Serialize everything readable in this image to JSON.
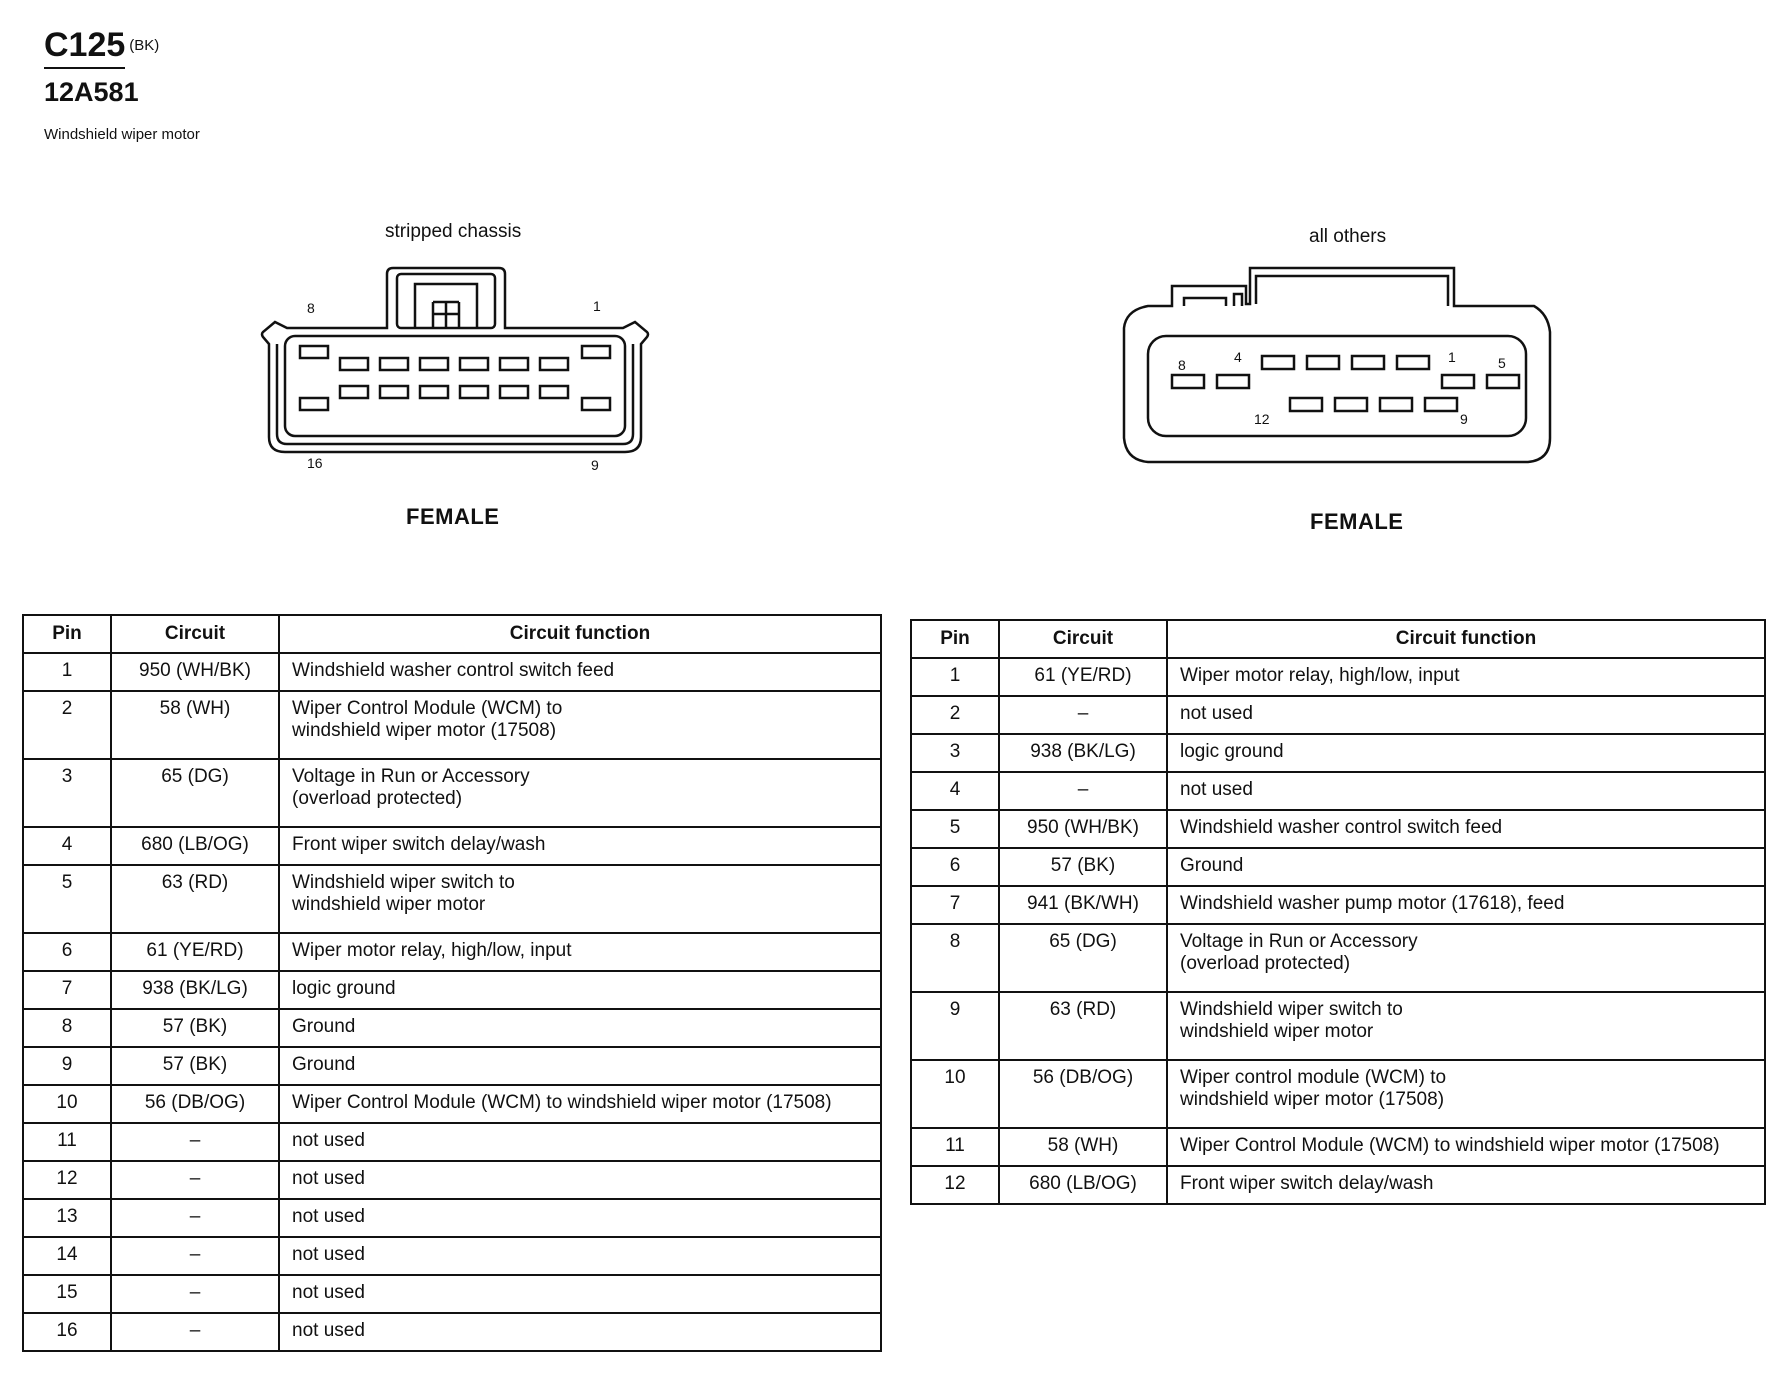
{
  "connector": {
    "id": "C125",
    "color": "(BK)",
    "part_number": "12A581",
    "component": "Windshield wiper motor"
  },
  "variants": [
    {
      "label": "stripped chassis",
      "gender": "FEMALE",
      "pin_labels": [
        "8",
        "1",
        "16",
        "9"
      ],
      "table": {
        "headers": [
          "Pin",
          "Circuit",
          "Circuit function"
        ],
        "rows": [
          {
            "pin": "1",
            "circuit": "950 (WH/BK)",
            "function": "Windshield washer control switch feed"
          },
          {
            "pin": "2",
            "circuit": "58 (WH)",
            "function": "Wiper Control Module (WCM) to\nwindshield wiper motor (17508)"
          },
          {
            "pin": "3",
            "circuit": "65 (DG)",
            "function": "Voltage in Run or Accessory\n(overload protected)"
          },
          {
            "pin": "4",
            "circuit": "680 (LB/OG)",
            "function": "Front wiper switch delay/wash"
          },
          {
            "pin": "5",
            "circuit": "63 (RD)",
            "function": "Windshield wiper switch to\nwindshield wiper motor"
          },
          {
            "pin": "6",
            "circuit": "61 (YE/RD)",
            "function": "Wiper motor relay, high/low, input"
          },
          {
            "pin": "7",
            "circuit": "938 (BK/LG)",
            "function": "logic ground"
          },
          {
            "pin": "8",
            "circuit": "57 (BK)",
            "function": "Ground"
          },
          {
            "pin": "9",
            "circuit": "57 (BK)",
            "function": "Ground"
          },
          {
            "pin": "10",
            "circuit": "56 (DB/OG)",
            "function": "Wiper Control Module (WCM) to windshield wiper motor (17508)"
          },
          {
            "pin": "11",
            "circuit": "–",
            "function": "not used"
          },
          {
            "pin": "12",
            "circuit": "–",
            "function": "not used"
          },
          {
            "pin": "13",
            "circuit": "–",
            "function": "not used"
          },
          {
            "pin": "14",
            "circuit": "–",
            "function": "not used"
          },
          {
            "pin": "15",
            "circuit": "–",
            "function": "not used"
          },
          {
            "pin": "16",
            "circuit": "–",
            "function": "not used"
          }
        ]
      }
    },
    {
      "label": "all others",
      "gender": "FEMALE",
      "pin_labels": [
        "8",
        "4",
        "1",
        "5",
        "12",
        "9"
      ],
      "table": {
        "headers": [
          "Pin",
          "Circuit",
          "Circuit function"
        ],
        "rows": [
          {
            "pin": "1",
            "circuit": "61 (YE/RD)",
            "function": "Wiper motor relay, high/low, input"
          },
          {
            "pin": "2",
            "circuit": "–",
            "function": "not used"
          },
          {
            "pin": "3",
            "circuit": "938 (BK/LG)",
            "function": "logic ground"
          },
          {
            "pin": "4",
            "circuit": "–",
            "function": "not used"
          },
          {
            "pin": "5",
            "circuit": "950 (WH/BK)",
            "function": "Windshield washer control switch feed"
          },
          {
            "pin": "6",
            "circuit": "57 (BK)",
            "function": "Ground"
          },
          {
            "pin": "7",
            "circuit": "941 (BK/WH)",
            "function": "Windshield washer pump motor (17618), feed"
          },
          {
            "pin": "8",
            "circuit": "65 (DG)",
            "function": "Voltage in Run or Accessory\n(overload protected)"
          },
          {
            "pin": "9",
            "circuit": "63 (RD)",
            "function": "Windshield wiper switch to\nwindshield wiper motor"
          },
          {
            "pin": "10",
            "circuit": "56 (DB/OG)",
            "function": "Wiper control module (WCM) to\nwindshield wiper motor (17508)"
          },
          {
            "pin": "11",
            "circuit": "58 (WH)",
            "function": "Wiper Control Module (WCM) to windshield wiper motor (17508)"
          },
          {
            "pin": "12",
            "circuit": "680 (LB/OG)",
            "function": "Front wiper switch delay/wash"
          }
        ]
      }
    }
  ]
}
